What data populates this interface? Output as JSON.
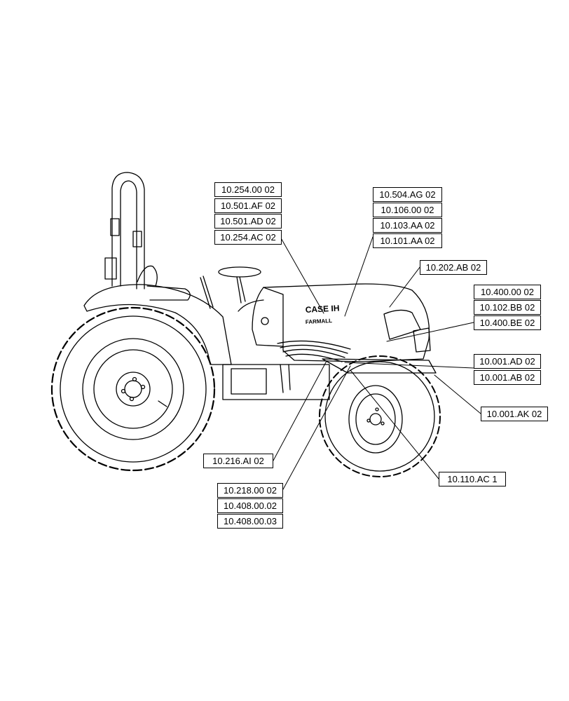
{
  "brand": {
    "logo_text": "CASE IH",
    "model_text": "FARMALL"
  },
  "labels": {
    "g1": [
      "10.254.00 02",
      "10.501.AF 02",
      "10.501.AD 02",
      "10.254.AC 02"
    ],
    "g2": [
      "10.504.AG 02",
      "10.106.00 02",
      "10.103.AA 02",
      "10.101.AA 02"
    ],
    "g3": [
      "10.202.AB 02"
    ],
    "g4": [
      "10.400.00 02",
      "10.102.BB 02",
      "10.400.BE 02"
    ],
    "g5": [
      "10.001.AD 02",
      "10.001.AB 02"
    ],
    "g6": [
      "10.001.AK 02"
    ],
    "g7": [
      "10.216.AI 02"
    ],
    "g8": [
      "10.218.00 02",
      "10.408.00.02",
      "10.408.00.03"
    ],
    "g9": [
      "10.110.AC 1"
    ]
  }
}
